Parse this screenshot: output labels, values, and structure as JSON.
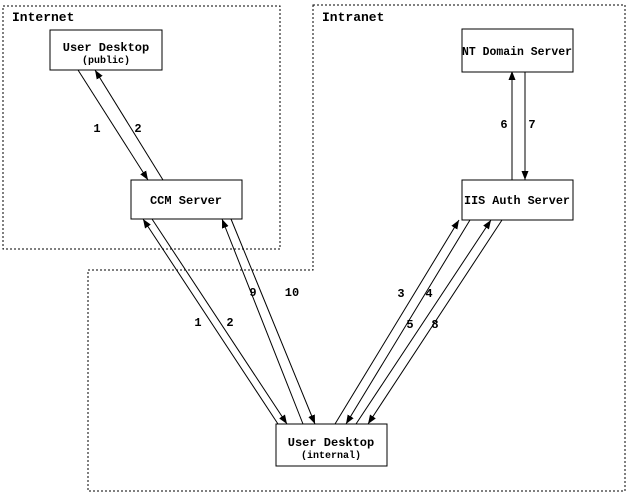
{
  "diagram": {
    "zones": {
      "internet": {
        "label": "Internet"
      },
      "intranet": {
        "label": "Intranet"
      }
    },
    "nodes": {
      "ud_public": {
        "title": "User Desktop",
        "subtitle": "(public)"
      },
      "ccm": {
        "title": "CCM Server"
      },
      "nt": {
        "title": "NT Domain Server"
      },
      "iis": {
        "title": "IIS Auth Server"
      },
      "ud_internal": {
        "title": "User Desktop",
        "subtitle": "(internal)"
      }
    },
    "edges": [
      {
        "label": "1",
        "from": "User Desktop (public)",
        "to": "CCM Server"
      },
      {
        "label": "2",
        "from": "CCM Server",
        "to": "User Desktop (public)"
      },
      {
        "label": "1",
        "from": "User Desktop (internal)",
        "to": "CCM Server"
      },
      {
        "label": "2",
        "from": "CCM Server",
        "to": "User Desktop (internal)"
      },
      {
        "label": "9",
        "from": "User Desktop (internal)",
        "to": "CCM Server"
      },
      {
        "label": "10",
        "from": "CCM Server",
        "to": "User Desktop (internal)"
      },
      {
        "label": "3",
        "from": "User Desktop (internal)",
        "to": "IIS Auth Server"
      },
      {
        "label": "4",
        "from": "IIS Auth Server",
        "to": "User Desktop (internal)"
      },
      {
        "label": "5",
        "from": "User Desktop (internal)",
        "to": "IIS Auth Server"
      },
      {
        "label": "8",
        "from": "IIS Auth Server",
        "to": "User Desktop (internal)"
      },
      {
        "label": "6",
        "from": "IIS Auth Server",
        "to": "NT Domain Server"
      },
      {
        "label": "7",
        "from": "NT Domain Server",
        "to": "IIS Auth Server"
      }
    ],
    "colors": {
      "line": "#000000",
      "background": "#ffffff"
    }
  }
}
